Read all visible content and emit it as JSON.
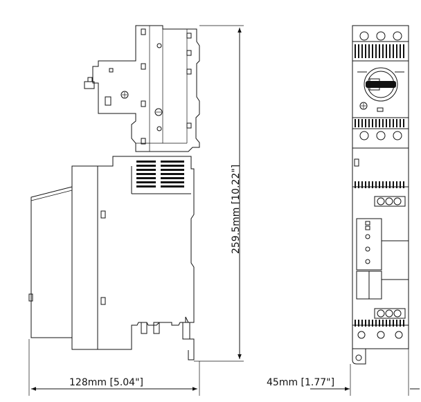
{
  "dimensions": {
    "width_side_label": "128mm  [5.04\"]",
    "height_label": "259.5mm  [10.22\"]",
    "width_front_label": "45mm  [1.77\"]"
  }
}
